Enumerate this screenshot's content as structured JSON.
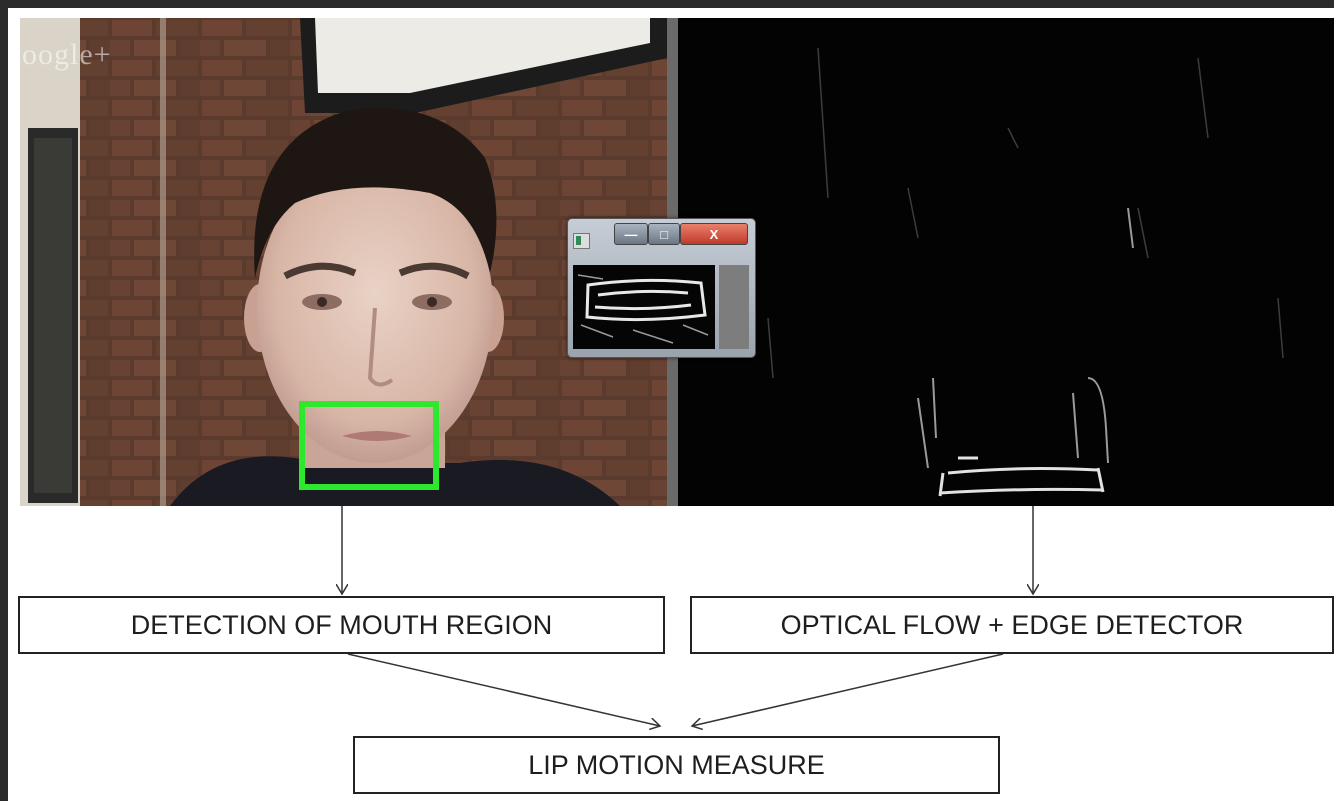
{
  "watermark": "oogle+",
  "boxes": {
    "mouth": "DETECTION OF MOUTH REGION",
    "flow": "OPTICAL FLOW + EDGE DETECTOR",
    "lip": "LIP MOTION MEASURE"
  },
  "popup": {
    "minimize": "—",
    "maximize": "□",
    "close": "X"
  },
  "colors": {
    "mouth_box": "#2de82d",
    "window_close": "#c0392b"
  }
}
